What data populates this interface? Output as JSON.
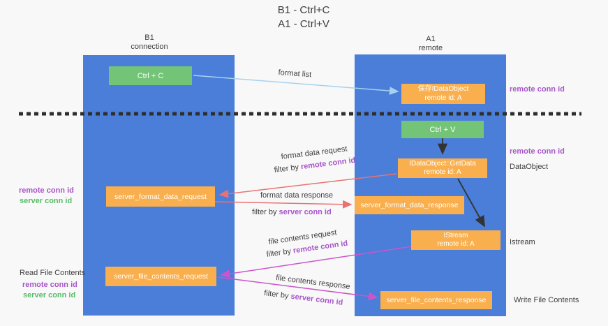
{
  "title": {
    "line1": "B1 - Ctrl+C",
    "line2": "A1 - Ctrl+V"
  },
  "columns": {
    "left": {
      "name": "B1",
      "subtitle": "connection"
    },
    "right": {
      "name": "A1",
      "subtitle": "remote"
    }
  },
  "boxes": {
    "ctrl_c": "Ctrl + C",
    "ctrl_v": "Ctrl + V",
    "save_idataobject": {
      "line1": "保存IDataObject",
      "line2": "remote id: A"
    },
    "getdata": {
      "line1": "IDataObject::GetData",
      "line2": "remote id: A"
    },
    "istream": {
      "line1": "IStream",
      "line2": "remote id: A"
    },
    "format_request": "server_format_data_request",
    "format_response": "server_format_data_response",
    "file_request": "server_file_contents_request",
    "file_response": "server_file_contents_response"
  },
  "arrow_labels": {
    "format_list": "format list",
    "format_data_request": "format data request",
    "format_data_response": "format data response",
    "file_contents_request": "file contents request",
    "file_contents_response": "file contents response",
    "filter_by": "filter by ",
    "remote_conn_id": "remote conn id",
    "server_conn_id": "server conn id"
  },
  "side_labels": {
    "remote_conn_id": "remote conn id",
    "server_conn_id": "server conn id",
    "read_file_contents": "Read File Contents",
    "write_file_contents": "Write File Contents",
    "dataobject": "DataObject",
    "istream": "Istream"
  },
  "colors": {
    "column_blue": "#4A7ED9",
    "box_green": "#74C478",
    "box_orange": "#F9AF4D",
    "arrow_red": "#E87373",
    "arrow_magenta": "#CC55CC",
    "arrow_light_blue": "#A5D2F0",
    "arrow_black": "#333333",
    "text_purple": "#A855C9",
    "text_green": "#55BD68",
    "background": "#f8f8f8"
  }
}
